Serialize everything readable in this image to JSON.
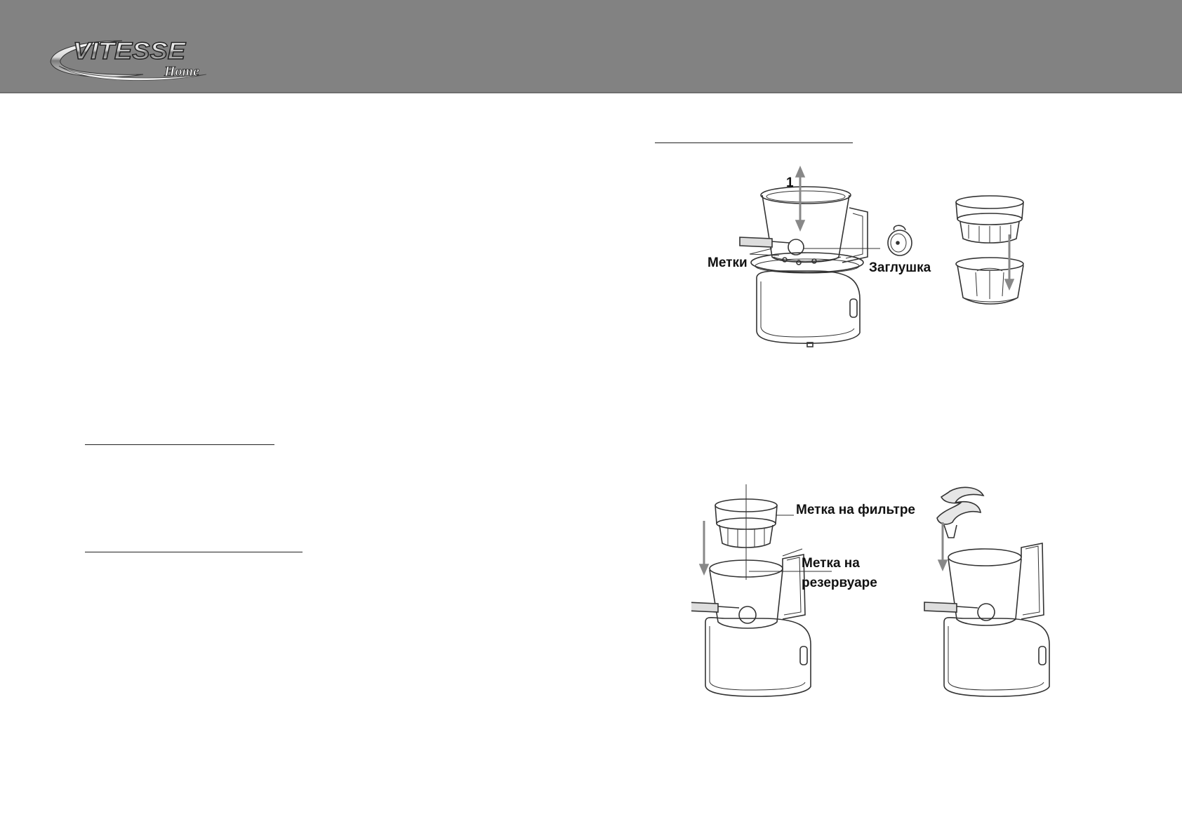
{
  "header": {
    "brand": "VITESSE",
    "brand_sub": "Home",
    "bg_color": "#828282"
  },
  "figure1": {
    "step_number": "1",
    "label_marks": "Метки",
    "label_plug": "Заглушка"
  },
  "figure2": {
    "label_filter_mark": "Метка на фильтре",
    "label_tank_mark_line1": "Метка на",
    "label_tank_mark_line2": "резервуаре"
  }
}
